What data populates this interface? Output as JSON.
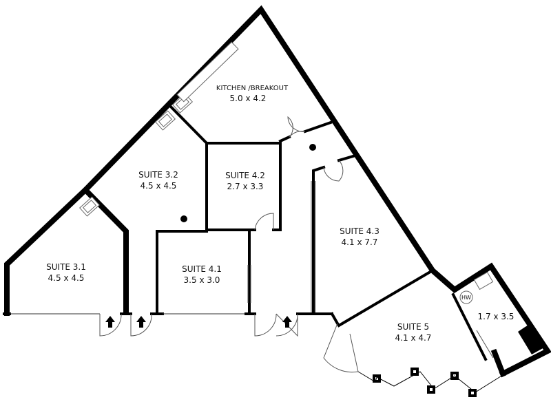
{
  "rooms": {
    "kitchen": {
      "name": "KITCHEN /BREAKOUT",
      "dims": "5.0 x 4.2"
    },
    "suite_3_2": {
      "name": "SUITE 3.2",
      "dims": "4.5 x 4.5"
    },
    "suite_4_2": {
      "name": "SUITE 4.2",
      "dims": "2.7 x 3.3"
    },
    "suite_4_3": {
      "name": "SUITE 4.3",
      "dims": "4.1 x 7.7"
    },
    "suite_3_1": {
      "name": "SUITE 3.1",
      "dims": "4.5 x 4.5"
    },
    "suite_4_1": {
      "name": "SUITE 4.1",
      "dims": "3.5 x 3.0"
    },
    "suite_5": {
      "name": "SUITE 5",
      "dims": "4.1 x 4.7"
    },
    "store": {
      "dims": "1.7 x 3.5"
    }
  },
  "fixtures": {
    "hot_water": "HW"
  },
  "colors": {
    "wall": "#000000",
    "background": "#ffffff"
  }
}
